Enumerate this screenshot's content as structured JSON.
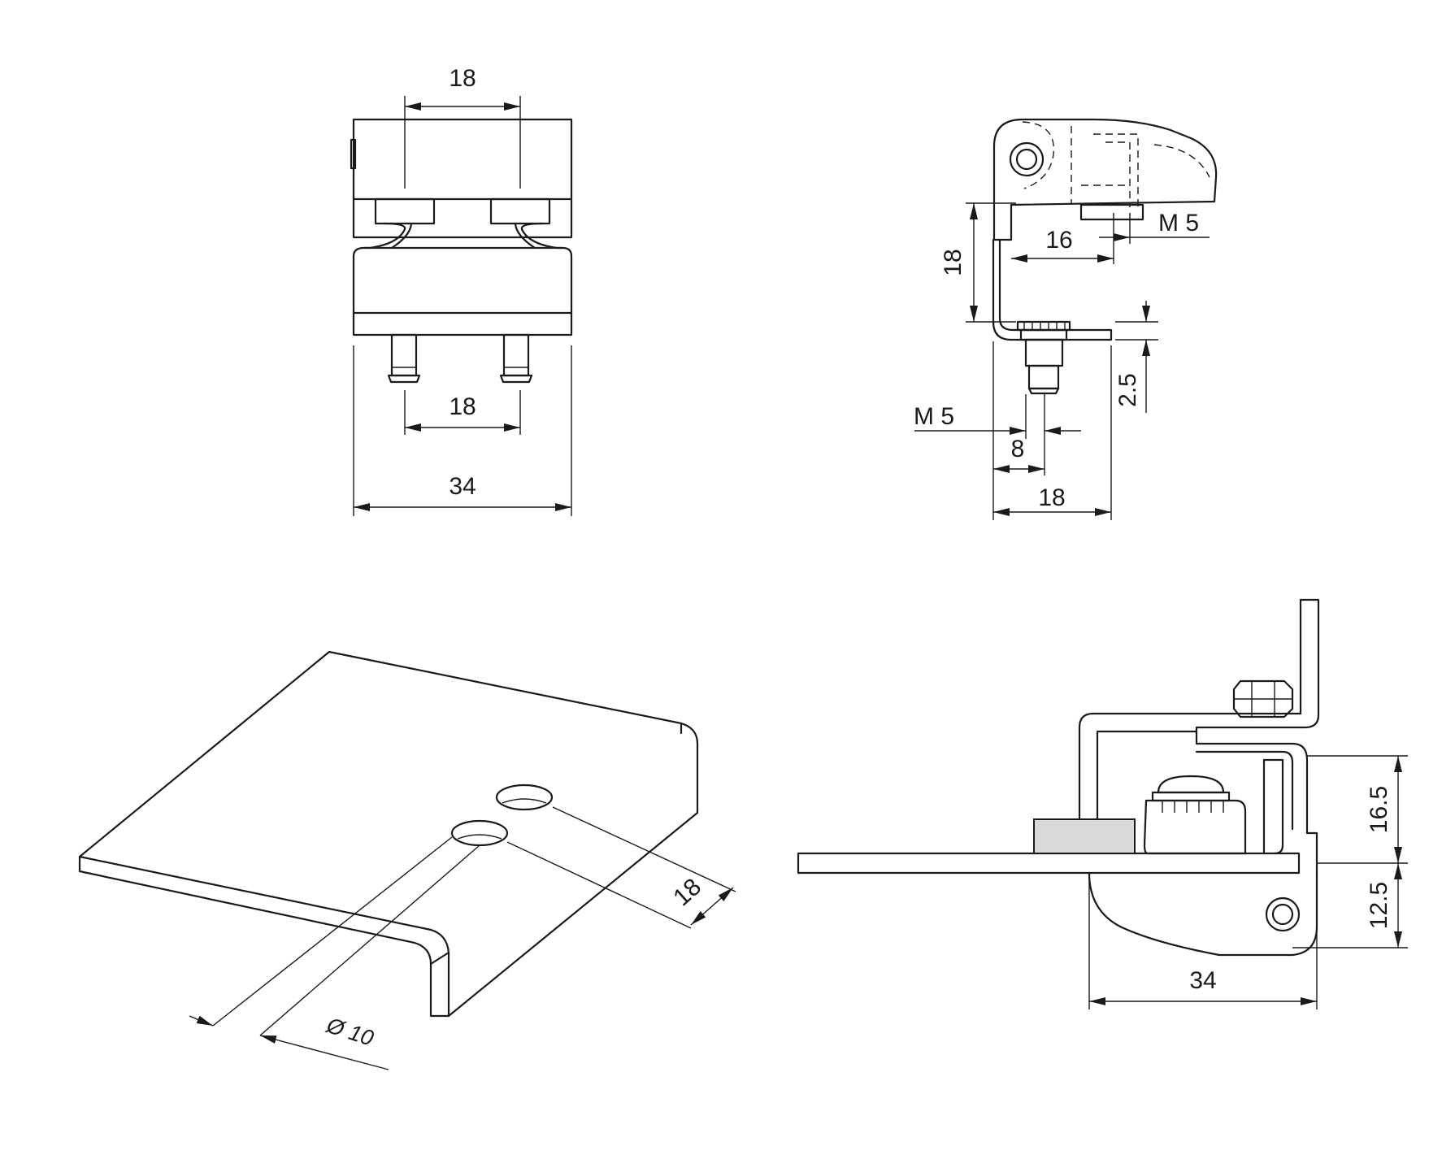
{
  "dimensions": {
    "front_top": "18",
    "front_pins": "18",
    "front_width": "34",
    "side_height": "18",
    "side_depth": "16",
    "side_thread_top": "M 5",
    "side_thread_bottom": "M 5",
    "side_pin": "8",
    "side_width": "18",
    "side_offset": "2.5",
    "plate_spacing": "18",
    "plate_hole": "Ø 10",
    "mount_upper": "16.5",
    "mount_lower": "12.5",
    "mount_width": "34"
  },
  "colors": {
    "line": "#1a1a1a",
    "magnet_fill": "#d9d9d9"
  }
}
